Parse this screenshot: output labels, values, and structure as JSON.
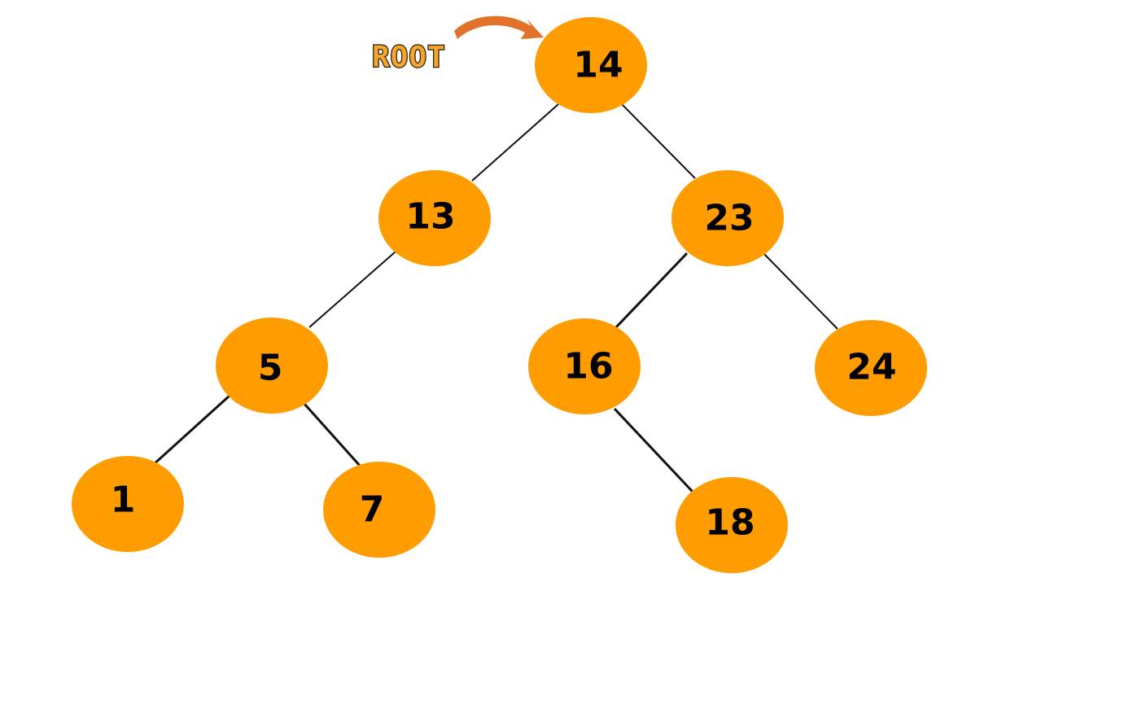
{
  "root_marker": {
    "label": "ROOT",
    "arrow_color": "#E2722A",
    "label_color": "#F2A531"
  },
  "tree": {
    "node_color": "#FF9C00",
    "edge_color": "#111111",
    "nodes": [
      {
        "id": "n14",
        "value": "14"
      },
      {
        "id": "n13",
        "value": "13"
      },
      {
        "id": "n23",
        "value": "23"
      },
      {
        "id": "n5",
        "value": "5"
      },
      {
        "id": "n16",
        "value": "16"
      },
      {
        "id": "n24",
        "value": "24"
      },
      {
        "id": "n1",
        "value": "1"
      },
      {
        "id": "n7",
        "value": "7"
      },
      {
        "id": "n18",
        "value": "18"
      }
    ],
    "edges": [
      {
        "from": "n14",
        "to": "n13"
      },
      {
        "from": "n14",
        "to": "n23"
      },
      {
        "from": "n13",
        "to": "n5"
      },
      {
        "from": "n23",
        "to": "n16"
      },
      {
        "from": "n23",
        "to": "n24"
      },
      {
        "from": "n5",
        "to": "n1"
      },
      {
        "from": "n5",
        "to": "n7"
      },
      {
        "from": "n16",
        "to": "n18"
      }
    ]
  }
}
